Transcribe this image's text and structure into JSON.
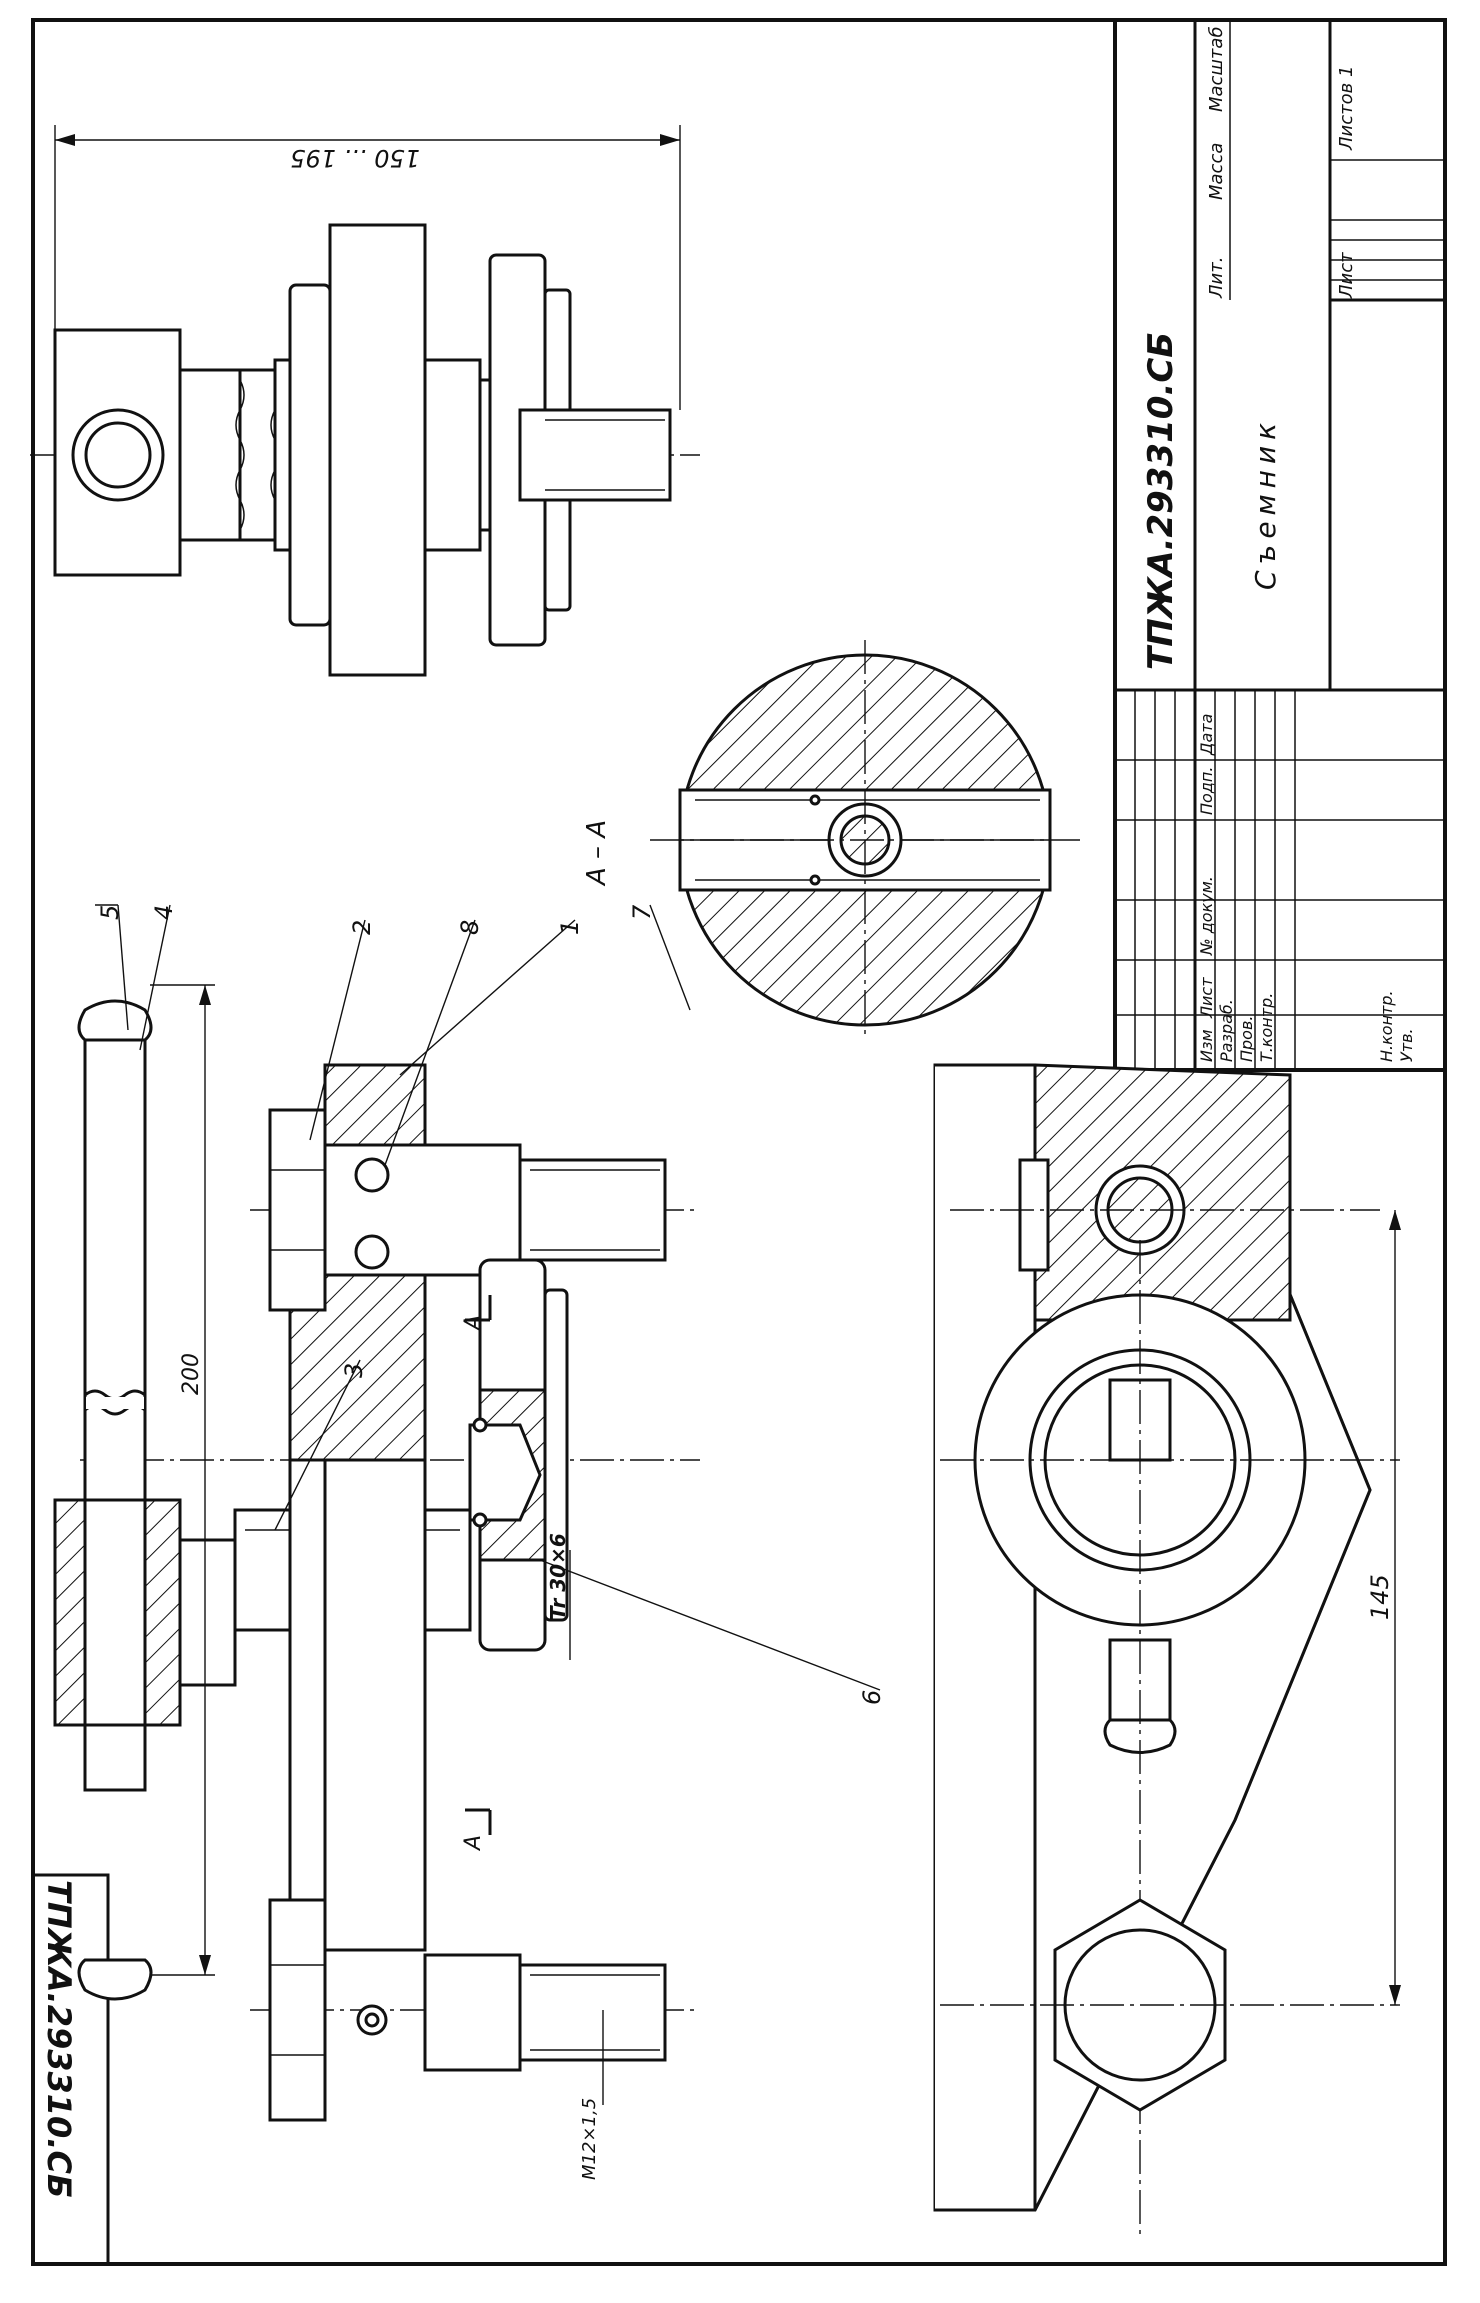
{
  "drawing": {
    "designation": "ТПЖА.293310.СБ",
    "title": "Съемник",
    "colors": {
      "ink": "#111111",
      "paper": "#ffffff"
    }
  },
  "title_block": {
    "column_headers": [
      "Изм",
      "Лист",
      "№ докум.",
      "Подп.",
      "Дата"
    ],
    "row_labels": [
      "Разраб.",
      "Пров.",
      "Т.контр.",
      "Н.контр.",
      "Утв."
    ],
    "info_headers": [
      "Лит.",
      "Масса",
      "Масштаб"
    ],
    "sheet_label": "Лист",
    "sheets_label": "Листов 1"
  },
  "dimensions": {
    "overall_range": "150 ... 195",
    "handle_length": "200",
    "base_distance": "145",
    "main_thread": "Tr 30×6",
    "bolt_thread": "M12×1,5"
  },
  "section": {
    "label": "А – А",
    "cut_marker": "А"
  },
  "item_numbers": [
    "1",
    "2",
    "3",
    "4",
    "5",
    "6",
    "7",
    "8"
  ]
}
